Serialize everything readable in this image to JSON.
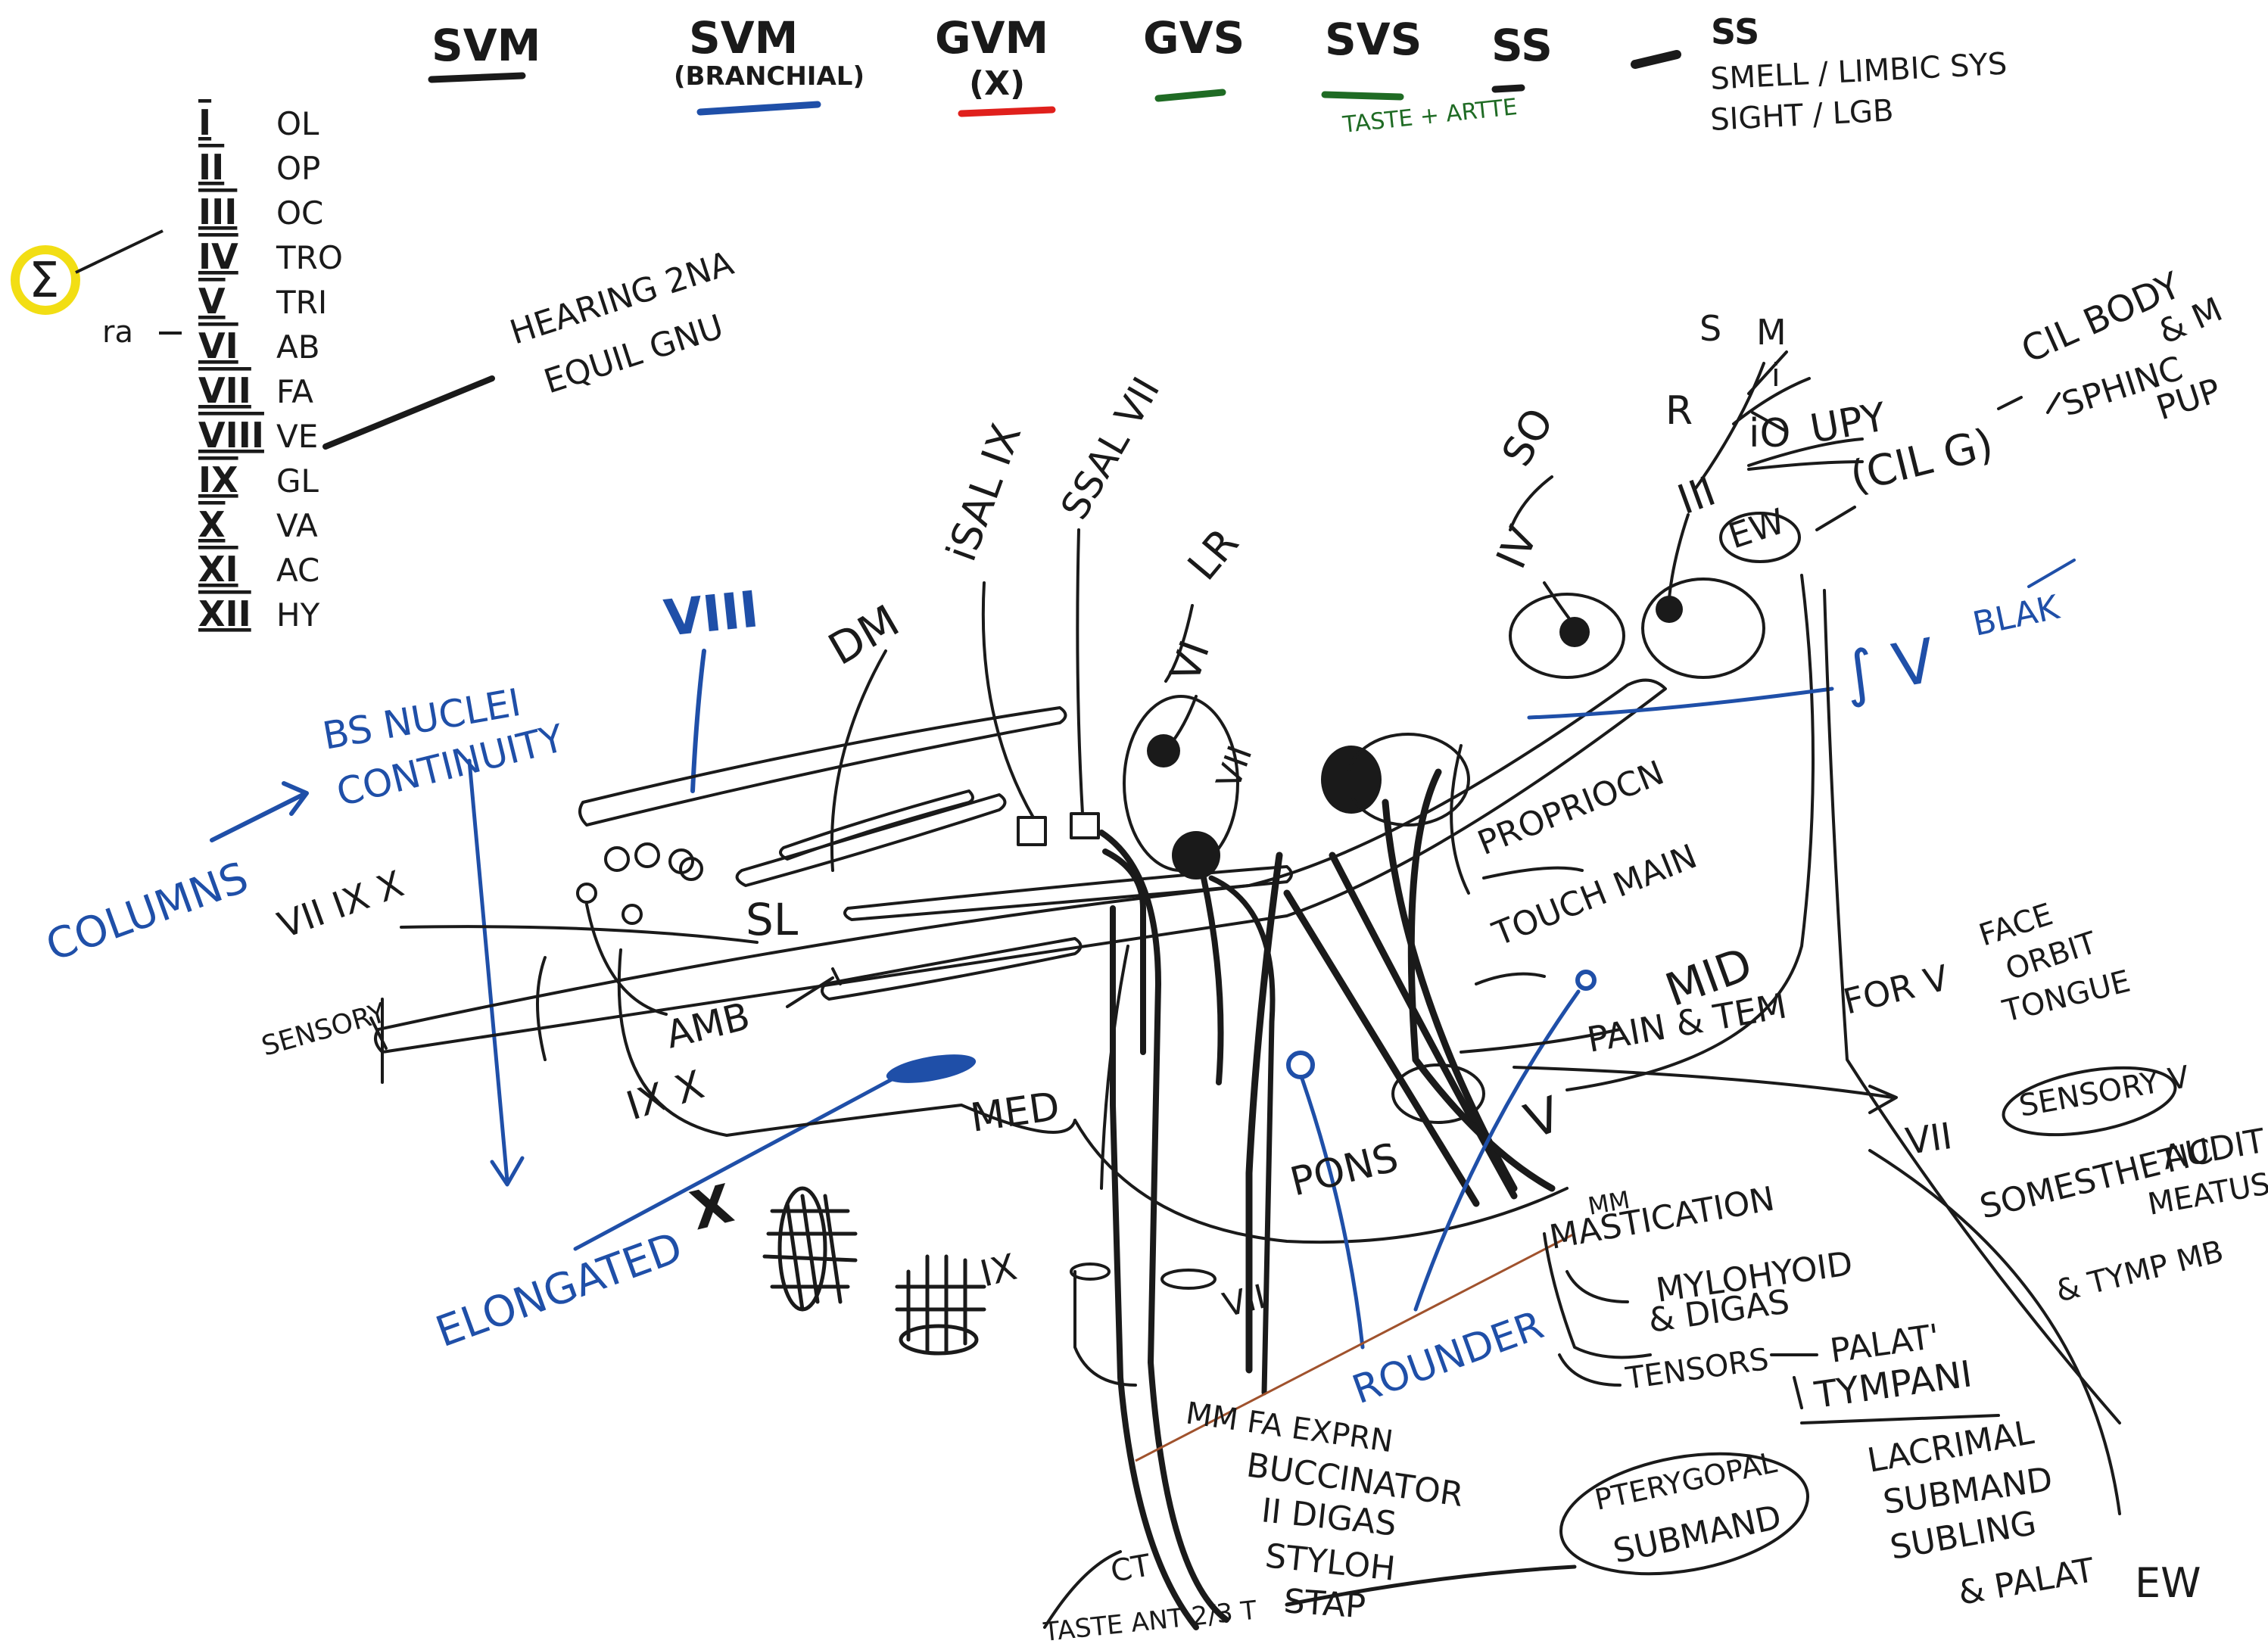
{
  "legend": {
    "items": [
      {
        "code": "SVM",
        "note": "",
        "color": "#1a1a1a"
      },
      {
        "code": "SVM",
        "note": "(BRANCHIAL)",
        "color": "#1f4fa8"
      },
      {
        "code": "GVM",
        "note": "(X)",
        "color": "#e0201c"
      },
      {
        "code": "GVS",
        "note": "",
        "color": "#1f6b24"
      },
      {
        "code": "SVS",
        "note": "TASTE + ARTTE",
        "color": "#1f6b24"
      },
      {
        "code": "SS",
        "note": "",
        "color": "#1a1a1a"
      }
    ],
    "ss_lines": [
      "SS",
      "SMELL / LIMBIC SYS",
      "SIGHT / LGB"
    ]
  },
  "cranial_nerves": [
    {
      "numeral": "I",
      "abbr": "OL"
    },
    {
      "numeral": "II",
      "abbr": "OP"
    },
    {
      "numeral": "III",
      "abbr": "OC"
    },
    {
      "numeral": "IV",
      "abbr": "TRO"
    },
    {
      "numeral": "V",
      "abbr": "TRI"
    },
    {
      "numeral": "VI",
      "abbr": "AB"
    },
    {
      "numeral": "VII",
      "abbr": "FA"
    },
    {
      "numeral": "VIII",
      "abbr": "VE"
    },
    {
      "numeral": "IX",
      "abbr": "GL"
    },
    {
      "numeral": "X",
      "abbr": "VA"
    },
    {
      "numeral": "XI",
      "abbr": "AC"
    },
    {
      "numeral": "XII",
      "abbr": "HY"
    }
  ],
  "circled_symbol": "Σ",
  "rea_label": "ra",
  "ve_note": [
    "HEARING 2NA",
    "EQUIL GNU"
  ],
  "left_notes": {
    "columns": "COLUMNS",
    "bs_nuclei": [
      "BS NUCLEI",
      "CONTINUITY"
    ],
    "elongated": "ELONGATED",
    "vii_ix_x": "VII IX X",
    "sensory": "SENSORY",
    "viii": "VIII"
  },
  "brainstem": {
    "dm": "DM",
    "sl": "SL",
    "amb": "AMB",
    "ix_x": "IX X",
    "med": "MED",
    "pons": "PONS",
    "mid": "MID",
    "isal": "iSAL IX",
    "ssal": "SSAL VII",
    "lr": "LR",
    "vi": "VI",
    "vii_nucleus": "VII",
    "so": "SO",
    "iv": "IV",
    "iii": "III",
    "ew": "EW",
    "cil_g": "(CIL G)",
    "r": "R",
    "s": "S",
    "m": "M",
    "i": "i",
    "io": "iO",
    "upy": "UPY",
    "cil_body": [
      "CIL BODY",
      "& M",
      "SPHINC",
      "PUP"
    ],
    "s_v": "∫ V",
    "b_crossed": "BLAK",
    "propriocn": "PROPRIOCN",
    "touch_main": "TOUCH MAIN",
    "pain_tem": "PAIN & TEM",
    "for_v": "FOR V",
    "face_list": [
      "FACE",
      "ORBIT",
      "TONGUE"
    ],
    "v_label": "V",
    "rounder": "ROUNDER",
    "x_lower": "X",
    "ix_lower": "IX",
    "vii_lower": "VII"
  },
  "right_notes": {
    "vii_box": "VII",
    "sensory_v": "SENSORY V",
    "somesthetic": [
      "SOMESTHETIC",
      "AUDIT",
      "MEATUS",
      "& TYMP MB"
    ],
    "mm": "MM",
    "mastication": "MASTICATION",
    "mylohyoid": "MYLOHYOID",
    "digas": "& DIGAS",
    "tensors": "TENSORS",
    "palati": "PALAT'",
    "tympani": "TYMPANI",
    "glands": [
      "LACRIMAL",
      "SUBMAND",
      "SUBLING",
      "& PALAT"
    ],
    "ew_bottom": "EW"
  },
  "bottom_notes": {
    "mm_fa": [
      "MM FA EXPRN",
      "BUCCINATOR",
      "II DIGAS",
      "STYLOH",
      "STAP"
    ],
    "ptery": [
      "PTERYGOPAL",
      "SUBMAND"
    ],
    "taste": "TASTE ANT 2/3 T",
    "ct": "CT"
  }
}
